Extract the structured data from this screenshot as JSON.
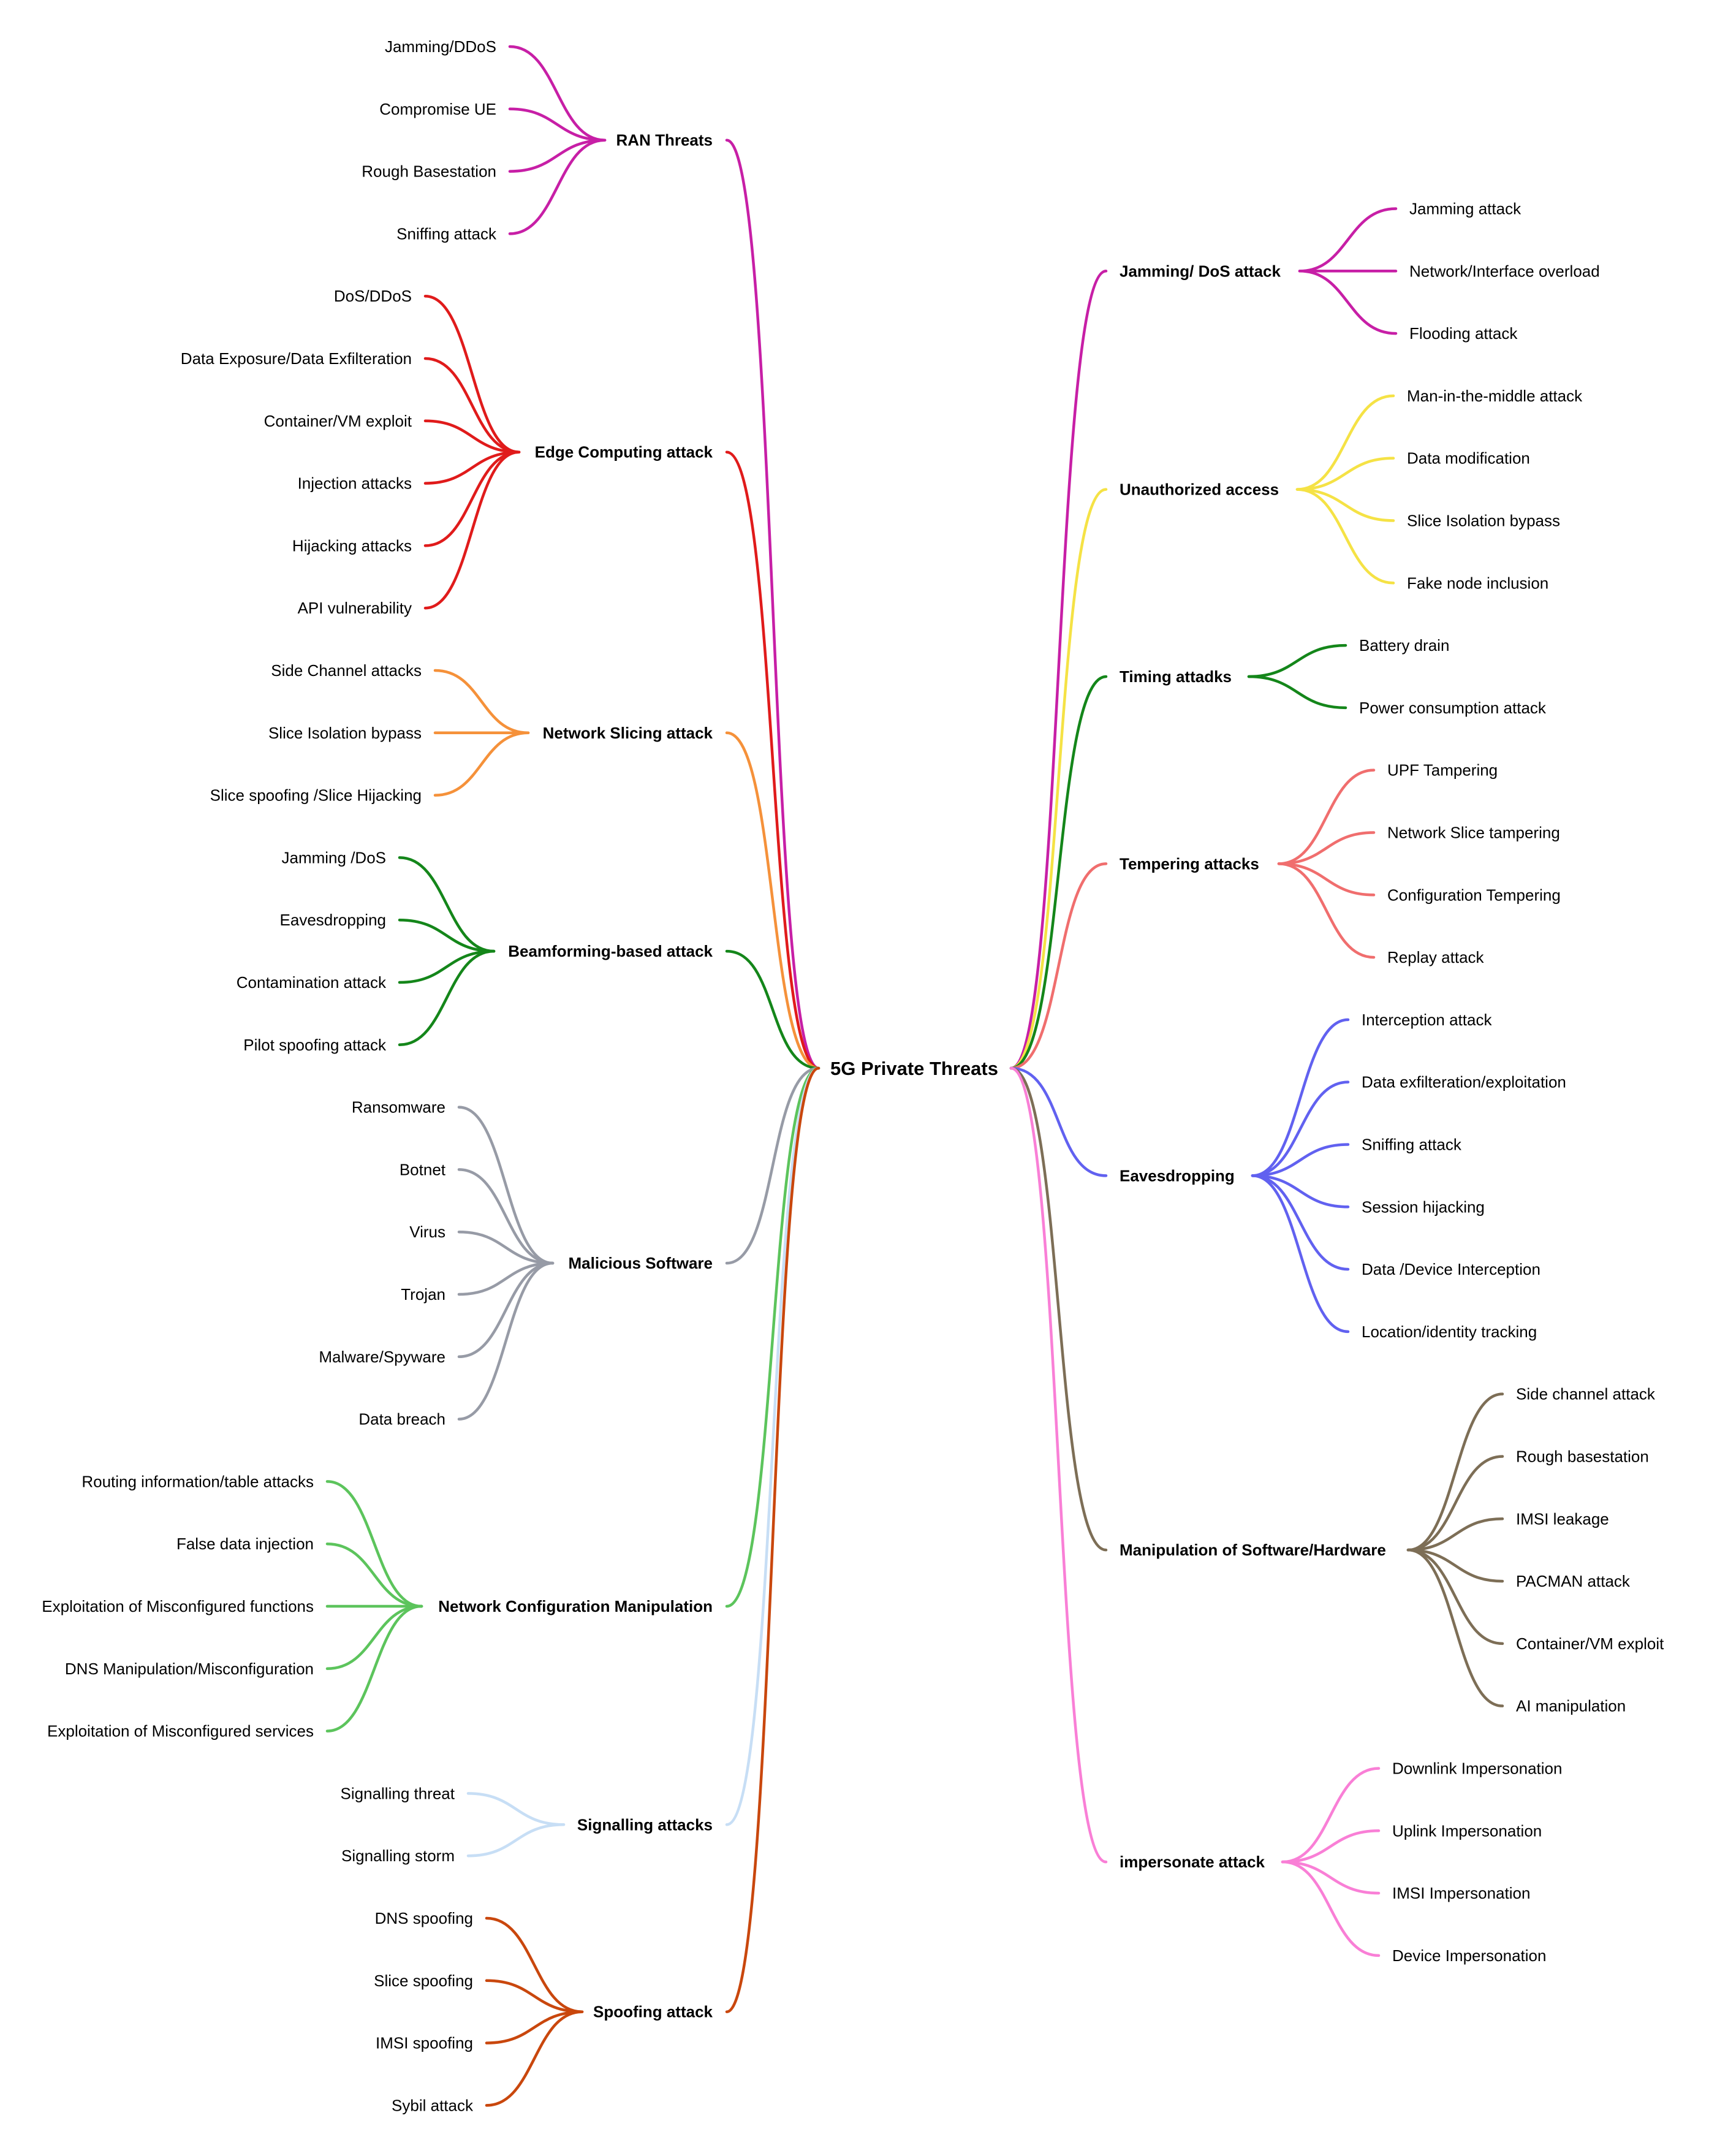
{
  "root": {
    "label": "5G Private Threats"
  },
  "left_branches": [
    {
      "label": "RAN Threats",
      "color": "#c71fa6",
      "children": [
        "Jamming/DDoS",
        "Compromise UE",
        "Rough Basestation",
        "Sniffing attack"
      ]
    },
    {
      "label": "Edge Computing attack",
      "color": "#e01b1b",
      "children": [
        "DoS/DDoS",
        "Data Exposure/Data Exfilteration",
        "Container/VM exploit",
        "Injection attacks",
        "Hijacking attacks",
        "API vulnerability"
      ]
    },
    {
      "label": "Network Slicing attack",
      "color": "#f5913a",
      "children": [
        "Side Channel attacks",
        "Slice Isolation bypass",
        "Slice spoofing /Slice Hijacking"
      ]
    },
    {
      "label": "Beamforming-based attack",
      "color": "#14861a",
      "children": [
        "Jamming /DoS",
        "Eavesdropping",
        "Contamination attack",
        "Pilot spoofing attack"
      ]
    },
    {
      "label": "Malicious Software",
      "color": "#979ba6",
      "children": [
        "Ransomware",
        "Botnet",
        "Virus",
        "Trojan",
        "Malware/Spyware",
        "Data breach"
      ]
    },
    {
      "label": "Network Configuration Manipulation",
      "color": "#5cc45c",
      "children": [
        "Routing information/table attacks",
        "False data injection",
        "Exploitation of Misconfigured functions",
        "DNS Manipulation/Misconfiguration",
        "Exploitation of Misconfigured services"
      ]
    },
    {
      "label": "Signalling attacks",
      "color": "#c7def5",
      "children": [
        "Signalling threat",
        "Signalling storm"
      ]
    },
    {
      "label": "Spoofing attack",
      "color": "#c9470d",
      "children": [
        "DNS spoofing",
        "Slice spoofing",
        "IMSI spoofing",
        "Sybil attack"
      ]
    }
  ],
  "right_branches": [
    {
      "label": "Jamming/ DoS attack",
      "color": "#c71fa6",
      "children": [
        "Jamming attack",
        "Network/Interface overload",
        "Flooding attack"
      ]
    },
    {
      "label": "Unauthorized access",
      "color": "#f5e245",
      "children": [
        "Man-in-the-middle attack",
        "Data modification",
        "Slice Isolation bypass",
        "Fake node inclusion"
      ]
    },
    {
      "label": "Timing attadks",
      "color": "#14861a",
      "children": [
        "Battery drain",
        "Power consumption attack"
      ]
    },
    {
      "label": "Tempering attacks",
      "color": "#f06e6e",
      "children": [
        "UPF Tampering",
        "Network Slice tampering",
        "Configuration Tempering",
        "Replay attack"
      ]
    },
    {
      "label": "Eavesdropping",
      "color": "#6161f0",
      "children": [
        "Interception attack",
        "Data exfilteration/exploitation",
        "Sniffing attack",
        "Session hijacking",
        "Data /Device Interception",
        "Location/identity tracking"
      ]
    },
    {
      "label": "Manipulation of Software/Hardware",
      "color": "#7d6e56",
      "children": [
        "Side channel attack",
        "Rough basestation",
        "IMSI leakage",
        "PACMAN attack",
        "Container/VM exploit",
        "AI manipulation"
      ]
    },
    {
      "label": "impersonate attack",
      "color": "#f97fd6",
      "children": [
        "Downlink Impersonation",
        "Uplink Impersonation",
        "IMSI Impersonation",
        "Device Impersonation"
      ]
    }
  ]
}
